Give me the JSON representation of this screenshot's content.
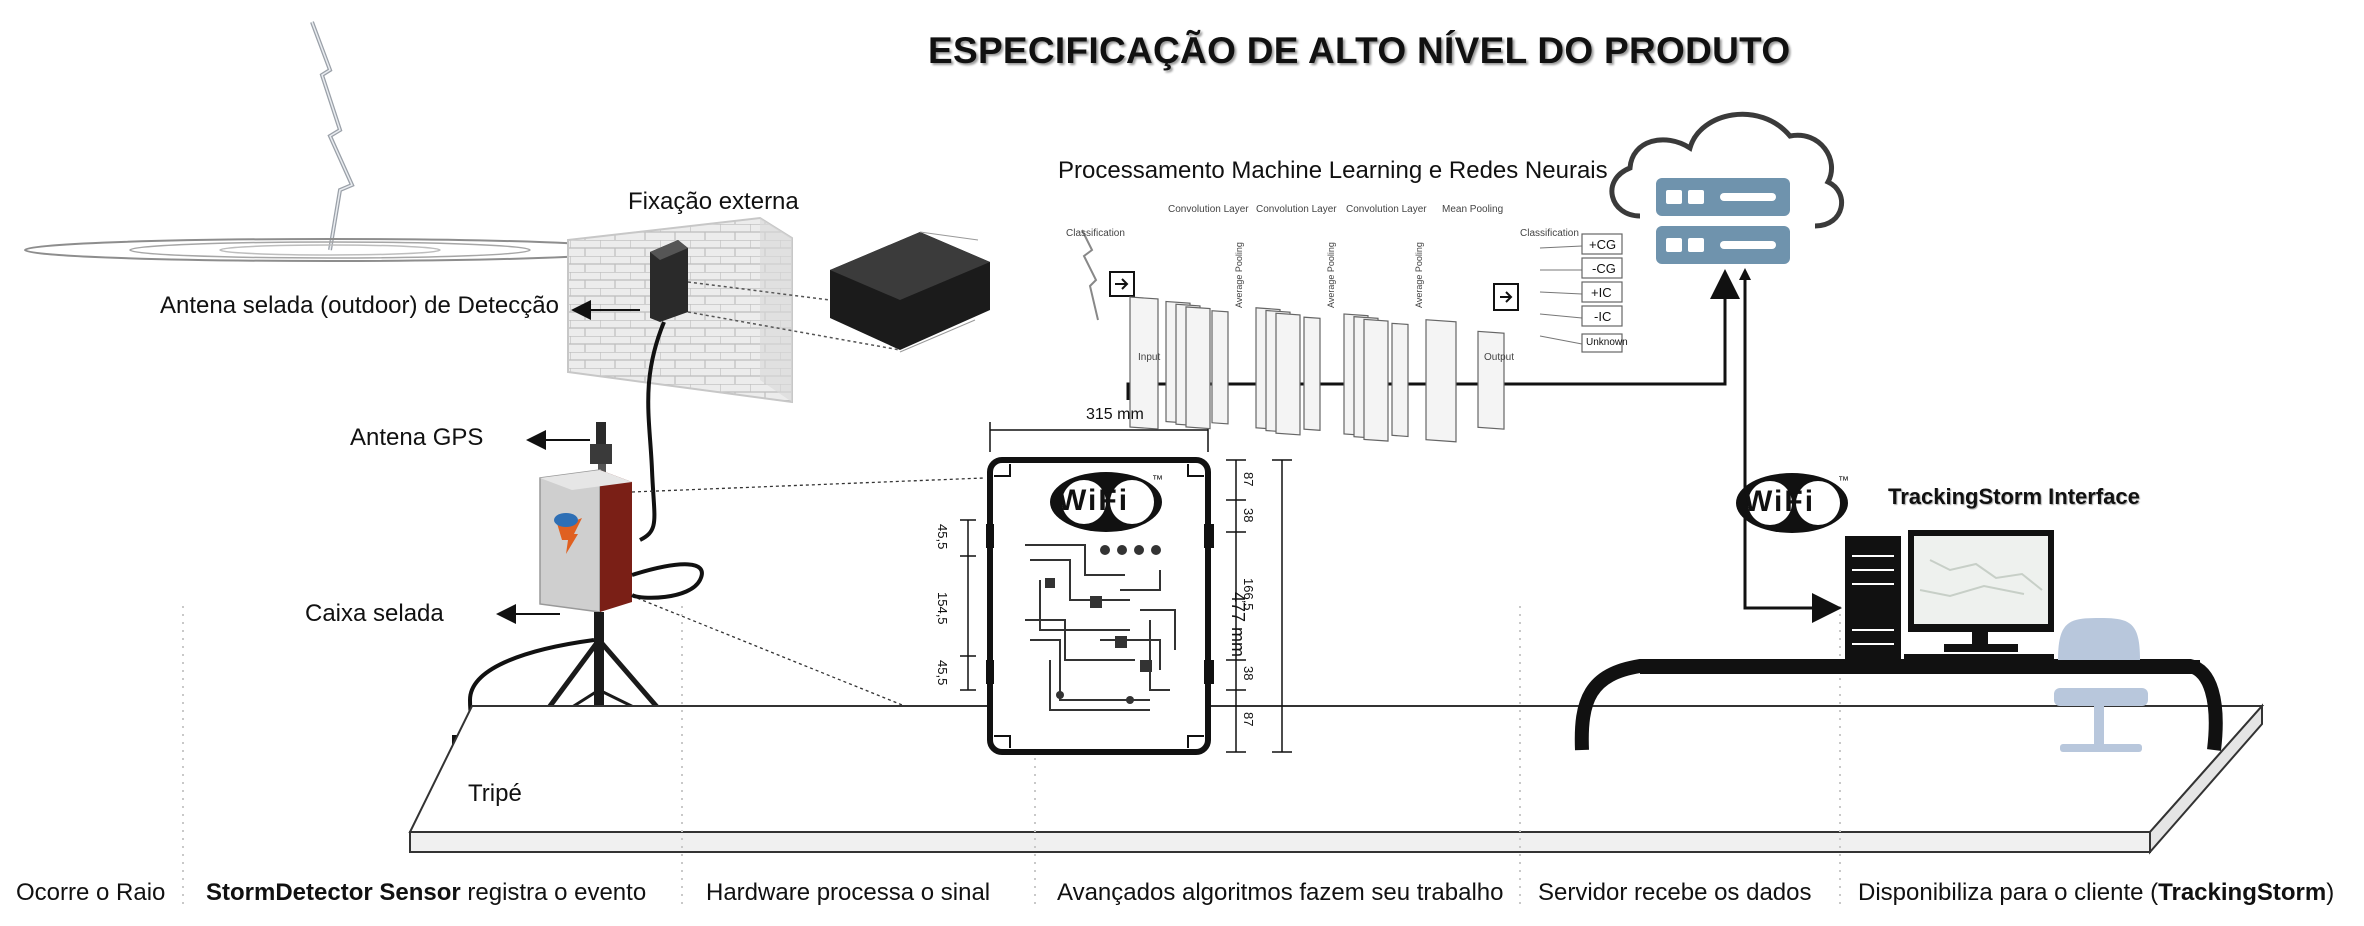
{
  "title": "ESPECIFICAÇÃO DE ALTO NÍVEL DO PRODUTO",
  "labels": {
    "external_mount": "Fixação externa",
    "sealed_antenna": "Antena selada (outdoor) de Detecção",
    "gps_antenna": "Antena GPS",
    "sealed_box": "Caixa selada",
    "tripod": "Tripé",
    "ml_processing": "Processamento Machine Learning e Redes Neurais",
    "tracking_interface": "TrackingStorm Interface"
  },
  "ml_diagram": {
    "layers": [
      "Convolution Layer",
      "Convolution Layer",
      "Convolution Layer",
      "Mean Pooling"
    ],
    "pool_label": "Average Pooling",
    "classification": "Classification",
    "input": "Input",
    "output": "Output",
    "classes": [
      "+CG",
      "-CG",
      "+IC",
      "-IC",
      "Unknown"
    ]
  },
  "dimensions": {
    "width": "315 mm",
    "height": "477 mm",
    "right_segments": [
      "87",
      "38",
      "166,5",
      "38",
      "87"
    ],
    "left_segments": [
      "45,5",
      "154,5",
      "45,5"
    ]
  },
  "wifi_logo": "WiFi",
  "trademark": "™",
  "steps": [
    {
      "plain": "Ocorre o Raio"
    },
    {
      "bold": "StormDetector Sensor",
      "plain": " registra o evento"
    },
    {
      "plain": "Hardware processa o sinal"
    },
    {
      "plain": "Avançados algoritmos fazem seu trabalho"
    },
    {
      "plain": "Servidor recebe os dados"
    },
    {
      "plain": "Disponibiliza para o cliente (",
      "bold": "TrackingStorm",
      "after": ")"
    }
  ],
  "colors": {
    "cloud_server": "#6f93ad",
    "chair": "#b8c7dc",
    "wall": "#e4e4e4",
    "enclosure_dark": "#7a1f16"
  }
}
